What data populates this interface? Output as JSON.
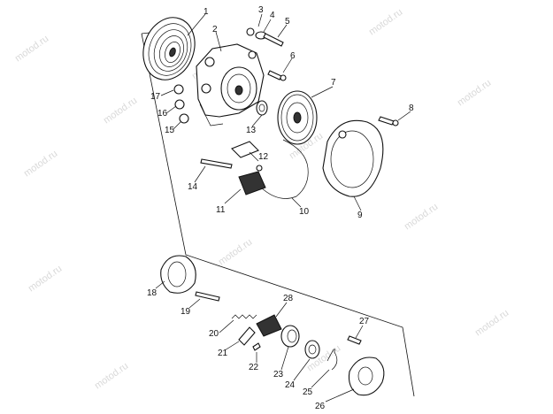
{
  "watermark": "motod.ru",
  "callouts": [
    "1",
    "2",
    "3",
    "4",
    "5",
    "6",
    "7",
    "8",
    "9",
    "10",
    "11",
    "12",
    "13",
    "14",
    "15",
    "16",
    "17",
    "18",
    "19",
    "20",
    "21",
    "22",
    "23",
    "24",
    "25",
    "26",
    "27",
    "28"
  ]
}
